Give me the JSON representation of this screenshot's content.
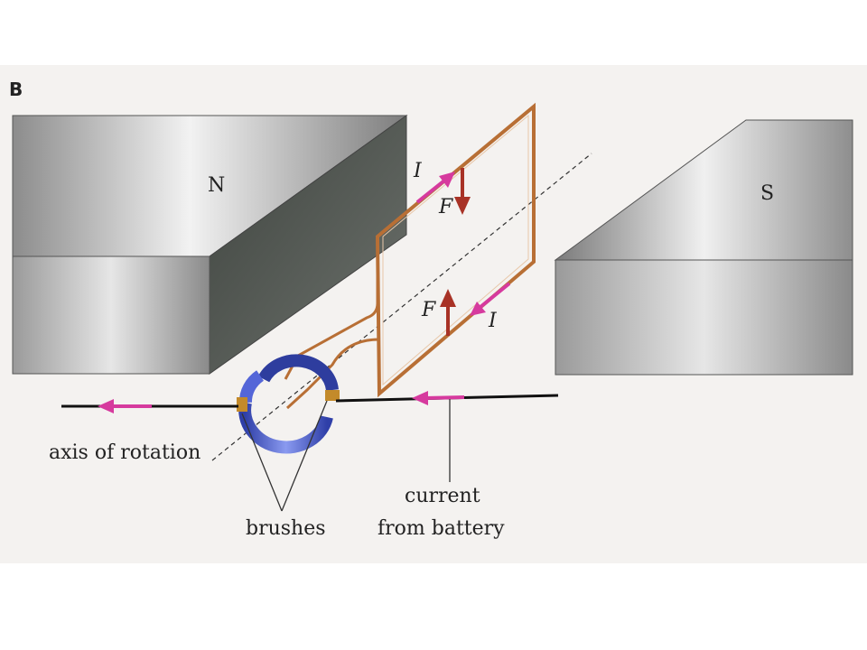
{
  "panel_label": "B",
  "poles": {
    "north": "N",
    "south": "S"
  },
  "current_symbol": "I",
  "force_symbol": "F",
  "labels": {
    "axis": "axis of rotation",
    "brushes": "brushes",
    "current_line1": "current",
    "current_line2": "from battery"
  },
  "colors": {
    "background_panel": "#f4f2f0",
    "magnet_light": "#e2e2e2",
    "magnet_mid": "#a9a9a9",
    "magnet_dark": "#555a55",
    "coil": "#b86f35",
    "current_arrow": "#d63a9e",
    "force_arrow": "#a83226",
    "commutator": "#4a5fcc",
    "brush": "#c38a2a"
  }
}
